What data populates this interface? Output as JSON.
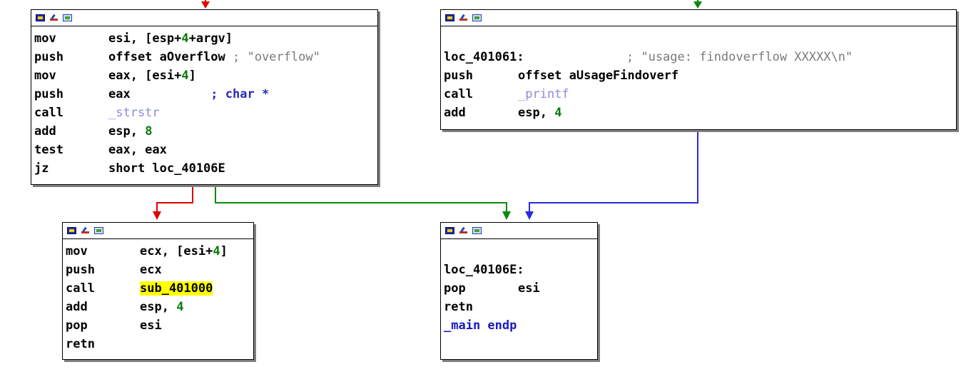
{
  "colors": {
    "edge_false": "#e00000",
    "edge_true": "#0a8a0a",
    "edge_unconditional": "#2a2ae0",
    "highlight": "#ffff00",
    "comment": "#7a7a7a",
    "immediate": "#0a7a0a",
    "function_ref": "#8a8ae0"
  },
  "icons": [
    "graph-overview-icon",
    "edit-icon",
    "picture-icon"
  ],
  "block_a": {
    "lines": [
      {
        "mn": "mov",
        "op": "esi, [esp+",
        "op_num": "4",
        "op_tail": "+argv]"
      },
      {
        "mn": "push",
        "op": "offset aOverflow",
        "comment": " ; \"overflow\""
      },
      {
        "mn": "mov",
        "op": "eax, [esi+",
        "op_num": "4",
        "op_tail": "]"
      },
      {
        "mn": "push",
        "op": "eax",
        "comment": "           ; char *"
      },
      {
        "mn": "call",
        "func": "_strstr"
      },
      {
        "mn": "add",
        "op": "esp, ",
        "op_num": "8"
      },
      {
        "mn": "test",
        "op": "eax, eax"
      },
      {
        "mn": "jz",
        "op": "short loc_40106E"
      }
    ]
  },
  "block_b": {
    "label": "loc_401061:",
    "label_comment": "              ; \"usage: findoverflow XXXXX\\n\"",
    "lines": [
      {
        "mn": "push",
        "op": "offset aUsageFindoverf"
      },
      {
        "mn": "call",
        "func": "_printf"
      },
      {
        "mn": "add",
        "op": "esp, ",
        "op_num": "4"
      }
    ]
  },
  "block_c": {
    "lines": [
      {
        "mn": "mov",
        "op": "ecx, [esi+",
        "op_num": "4",
        "op_tail": "]"
      },
      {
        "mn": "push",
        "op": "ecx"
      },
      {
        "mn": "call",
        "func_hl": "sub_401000"
      },
      {
        "mn": "add",
        "op": "esp, ",
        "op_num": "4"
      },
      {
        "mn": "pop",
        "op": "esi"
      },
      {
        "mn": "retn"
      }
    ]
  },
  "block_d": {
    "label": "loc_40106E:",
    "lines": [
      {
        "mn": "pop",
        "op": "esi"
      },
      {
        "mn": "retn"
      }
    ],
    "endp": "_main endp"
  }
}
